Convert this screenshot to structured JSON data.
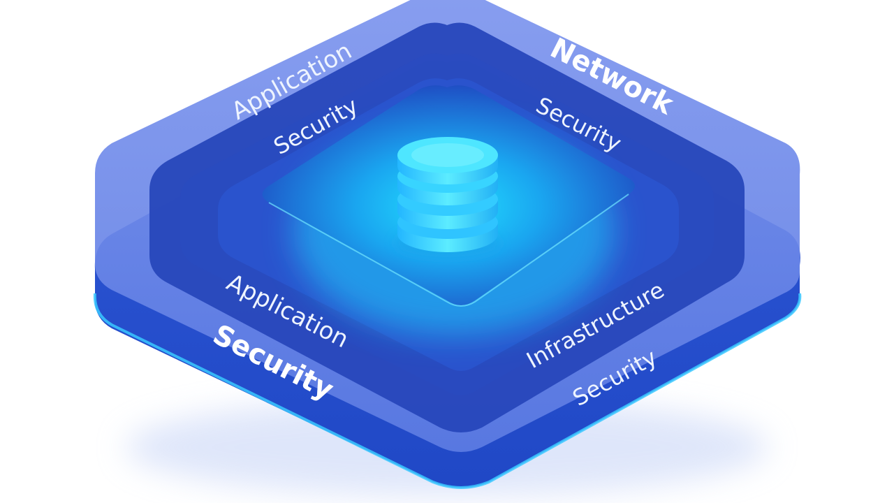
{
  "diagram": {
    "outer_layer": {
      "top_left_label": "Application",
      "top_right_label": "Network",
      "bottom_left_label": "Security"
    },
    "middle_layer": {
      "top_left_label": "Security",
      "top_right_label": "Security",
      "bottom_left_label": "Application",
      "bottom_right_label": "Security"
    },
    "inner_layer": {
      "bottom_right_label": "Infrastructure"
    },
    "core": {
      "icon": "database-icon"
    }
  },
  "colors": {
    "outer_fill": "#5f7fe6",
    "middle_fill": "#2b4fc0",
    "inner_fill": "#1f45b8",
    "core_fill": "#1aa6f0",
    "edge_glow": "#39c8ff",
    "database": "#35d9ff"
  }
}
